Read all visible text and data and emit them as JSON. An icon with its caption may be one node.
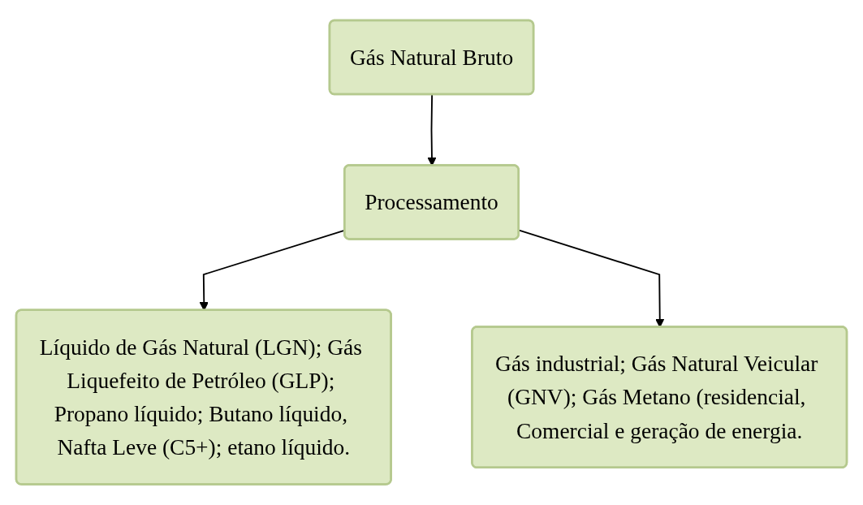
{
  "diagram": {
    "nodes": [
      {
        "text": [
          "Gás Natural Bruto"
        ]
      },
      {
        "text": [
          "Processamento"
        ]
      },
      {
        "text": [
          "Líquido de Gás Natural (LGN); Gás Liquefeito de Petróleo (GLP); Propano líquido; Butano líquido, Nafta Leve (C5+); etano líquido."
        ]
      },
      {
        "text": [
          "Gás industrial; Gás Natural Veicular (GNV); Gás Metano (residencial, Comercial e geração de energia."
        ]
      }
    ],
    "edges": [
      {
        "from": 0,
        "to": 1,
        "arrow": "to"
      },
      {
        "from": 1,
        "to": 2,
        "arrow": "to"
      },
      {
        "from": 1,
        "to": 3,
        "arrow": "to"
      }
    ]
  }
}
